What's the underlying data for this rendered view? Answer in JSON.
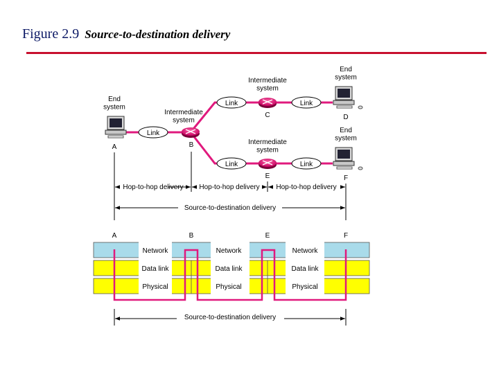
{
  "figure": {
    "number": "Figure 2.9",
    "caption": "Source-to-destination delivery"
  },
  "colors": {
    "title": "#0d1a66",
    "rule": "#c8102e",
    "link_line": "#e0197d",
    "network_layer": "#a9dbea",
    "lower_layers": "#ffff00",
    "dimension_line": "#000000"
  },
  "top": {
    "end_system": "End\nsystem",
    "intermediate_system": "Intermediate\nsystem",
    "link": "Link",
    "nodes": {
      "a": "A",
      "b": "B",
      "c": "C",
      "d": "D",
      "e": "E",
      "f": "F"
    },
    "hop": "Hop-to-hop delivery",
    "source_to_destination": "Source-to-destination delivery"
  },
  "bottom": {
    "columns": [
      "A",
      "B",
      "E",
      "F"
    ],
    "layers": [
      "Network",
      "Data link",
      "Physical"
    ],
    "source_to_destination": "Source-to-destination delivery"
  }
}
